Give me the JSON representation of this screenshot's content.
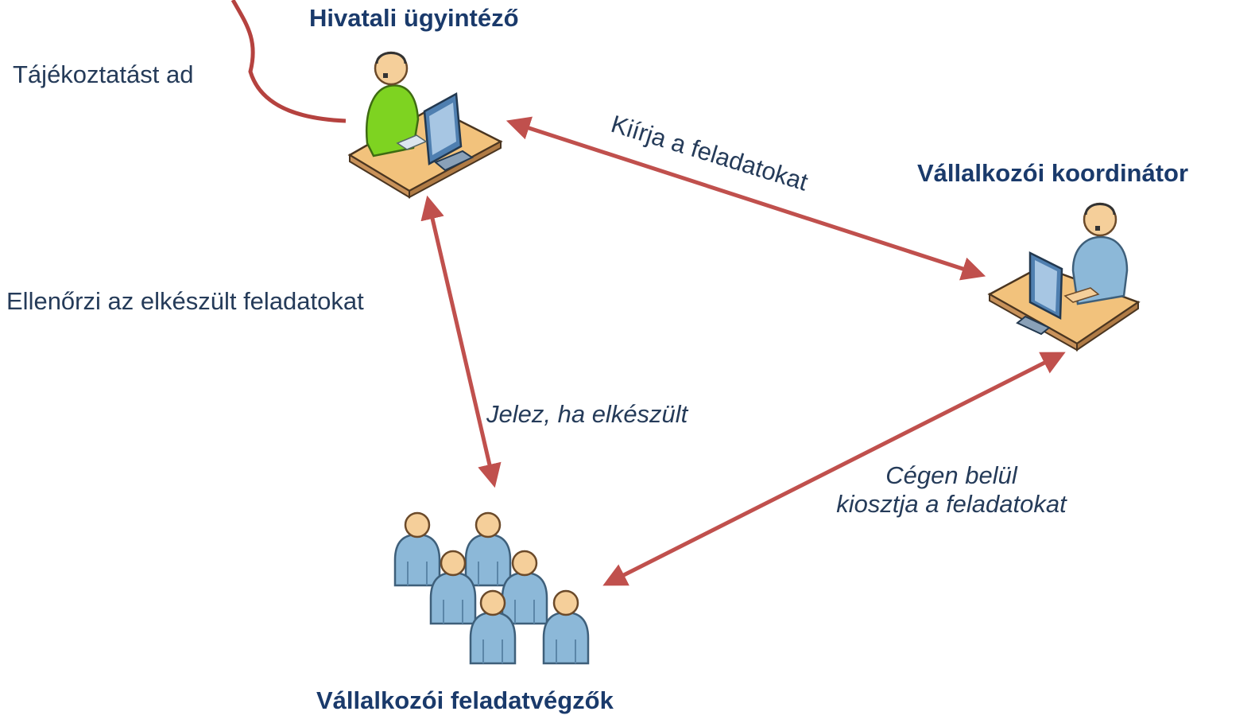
{
  "roles": {
    "office_clerk": "Hivatali ügyintéző",
    "contractor_coordinator": "Vállalkozói koordinátor",
    "contractor_workers": "Vállalkozói feladatvégzők"
  },
  "actions": {
    "informs": "Tájékoztatást ad",
    "checks_completed": "Ellenőrzi az elkészült feladatokat",
    "posts_tasks": "Kiírja a feladatokat",
    "signals_done": "Jelez, ha elkészült",
    "distributes_line1": "Cégen belül",
    "distributes_line2": "kiosztja a feladatokat"
  },
  "colors": {
    "arrow": "#c0504d",
    "curve": "#b5423f",
    "clerk_shirt": "#7ed321",
    "person_shirt": "#8cb8d8",
    "skin": "#f5cf9a",
    "desk": "#f2c27c",
    "monitor": "#4f7fb0",
    "label_text": "#17375e"
  },
  "icons": {
    "clerk": "operator-at-desk-icon",
    "coordinator": "operator-at-desk-icon",
    "workers": "user-group-icon"
  }
}
